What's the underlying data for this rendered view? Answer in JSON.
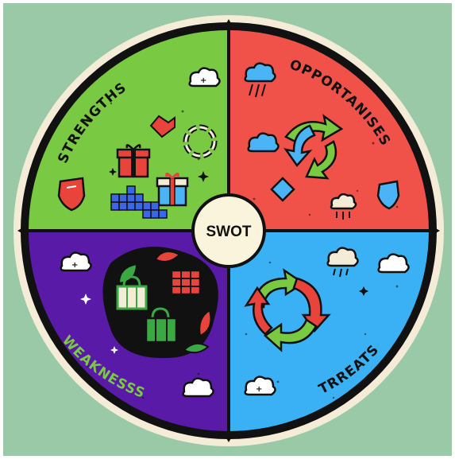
{
  "diagram": {
    "center": {
      "title": "SWOT"
    },
    "quadrants": [
      {
        "id": "strengths",
        "label": "STRENGTHS",
        "color": "#7ac943"
      },
      {
        "id": "opportunities",
        "label": "OPPORTANISES",
        "color": "#f0524a"
      },
      {
        "id": "weaknesses",
        "label": "WEAKNESSS",
        "color": "#5a1aa8"
      },
      {
        "id": "threats",
        "label": "TRREATS",
        "color": "#3ab0f5"
      }
    ],
    "colors": {
      "background": "#99c9a6",
      "frame": "#ffffff",
      "ring_outer": "#f4ecd6",
      "ring_border": "#111111",
      "center_fill": "#fbf4dc"
    },
    "icons": [
      "cloud-icon",
      "gift-icon",
      "chain-icon",
      "shield-icon",
      "blocks-icon",
      "storm-cloud-icon",
      "recycle-arrows-icon",
      "diamond-icon",
      "rain-cloud-icon",
      "basket-icon",
      "leaf-icon",
      "sparkle-icon"
    ]
  }
}
